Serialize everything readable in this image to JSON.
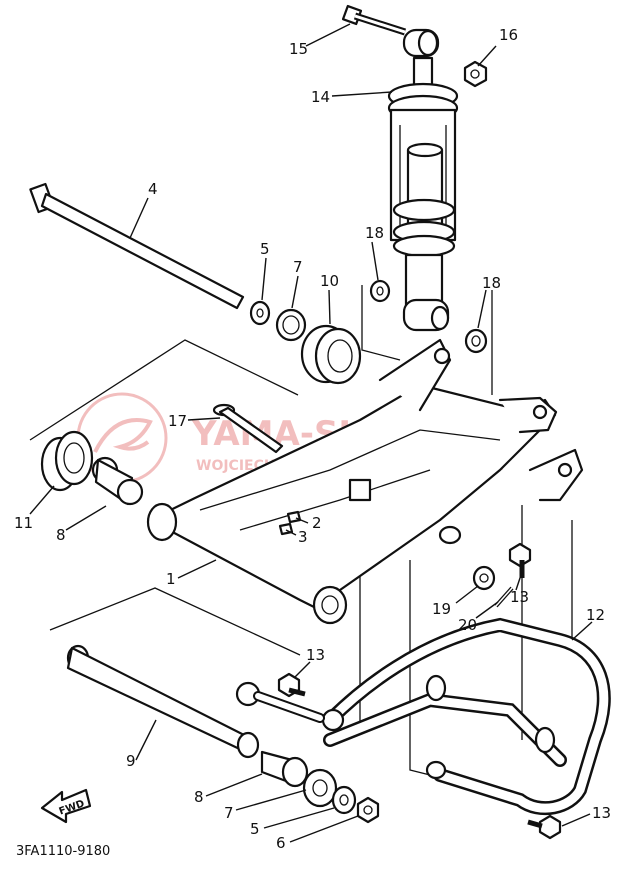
{
  "diagram": {
    "code": "3FA1110-9180",
    "fwd_label": "FWD",
    "watermark": {
      "title": "YAMA-SKLEP.PL",
      "subtitle": "WOJCIECHOWICZ TECHSERVIS YAMAHA",
      "color": "#e88a8a"
    },
    "callouts": [
      {
        "label": "1"
      },
      {
        "label": "2"
      },
      {
        "label": "3"
      },
      {
        "label": "4"
      },
      {
        "label": "5"
      },
      {
        "label": "5"
      },
      {
        "label": "6"
      },
      {
        "label": "7"
      },
      {
        "label": "7"
      },
      {
        "label": "8"
      },
      {
        "label": "8"
      },
      {
        "label": "9"
      },
      {
        "label": "10"
      },
      {
        "label": "11"
      },
      {
        "label": "12"
      },
      {
        "label": "13"
      },
      {
        "label": "13"
      },
      {
        "label": "13"
      },
      {
        "label": "14"
      },
      {
        "label": "15"
      },
      {
        "label": "16"
      },
      {
        "label": "17"
      },
      {
        "label": "18"
      },
      {
        "label": "18"
      },
      {
        "label": "19"
      },
      {
        "label": "20"
      }
    ]
  }
}
